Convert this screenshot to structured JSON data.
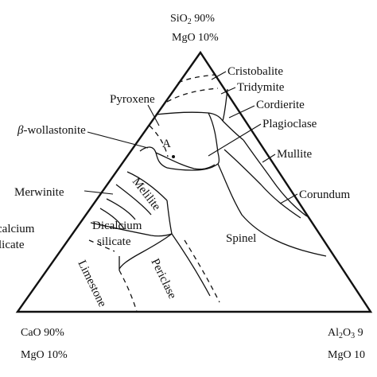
{
  "vertices": {
    "top": {
      "line1": "SiO",
      "sub": "2",
      "line1_rest": " 90%",
      "line2": "MgO 10%"
    },
    "left": {
      "line1": "CaO 90%",
      "line2": "MgO 10%"
    },
    "right": {
      "line1": "Al",
      "sub1": "2",
      "mid": "O",
      "sub2": "3",
      "rest": " 9",
      "line2": "MgO 10"
    }
  },
  "fields": {
    "cristobalite": "Cristobalite",
    "tridymite": "Tridymite",
    "cordierite": "Cordierite",
    "pyroxene": "Pyroxene",
    "beta_prefix": "β",
    "wollastonite": "-wollastonite",
    "point_a": "A",
    "plagioclase": "Plagioclase",
    "mullite": "Mullite",
    "merwinite": "Merwinite",
    "melilite": "Melilite",
    "corundum": "Corundum",
    "dicalcium_left_1": "calcium",
    "dicalcium_left_2": "licate",
    "dicalcium_1": "Dicalcium",
    "dicalcium_2": "silicate",
    "spinel": "Spinel",
    "periclase": "Periclase",
    "limestone": "Limestone"
  }
}
